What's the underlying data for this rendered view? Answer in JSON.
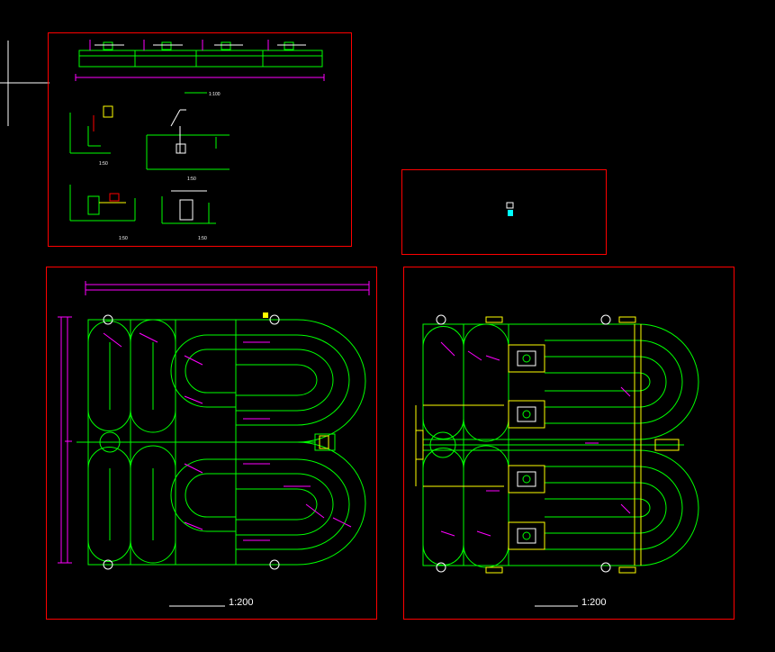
{
  "colors": {
    "background": "#000000",
    "frame": "#ff0000",
    "structure": "#00ff00",
    "dimension": "#ff00ff",
    "equipment": "#ffff00",
    "text": "#ffffff",
    "accent": "#00ffff"
  },
  "sheets": {
    "sections": {
      "scale_main": "1:100",
      "scale_detail_1": "1:50",
      "scale_detail_2": "1:50",
      "scale_detail_3": "1:50",
      "scale_detail_4": "1:50"
    },
    "plan_left": {
      "scale": "1:200"
    },
    "plan_right": {
      "scale": "1:200"
    }
  }
}
